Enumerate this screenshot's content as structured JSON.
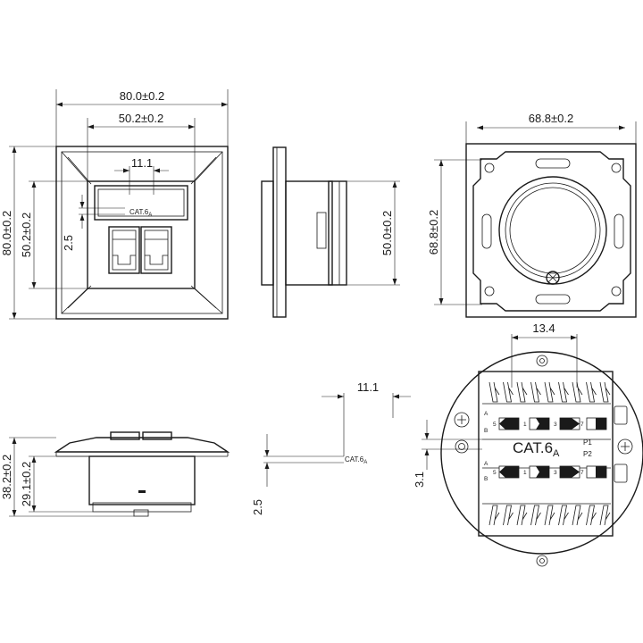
{
  "front_view": {
    "dim_outer_width": "80.0±0.2",
    "dim_inner_width": "50.2±0.2",
    "dim_module": "11.1",
    "dim_outer_height": "80.0±0.2",
    "dim_inner_height": "50.2±0.2",
    "dim_small": "2.5",
    "label_cat": "CAT.6",
    "label_cat_sub": "A"
  },
  "side_view": {
    "dim_height": "50.0±0.2"
  },
  "back_view": {
    "dim_width": "68.8±0.2",
    "dim_height": "68.8±0.2"
  },
  "bottom_view": {
    "dim_total_depth": "38.2±0.2",
    "dim_body_depth": "29.1±0.2"
  },
  "label_detail": {
    "dim_width": "11.1",
    "dim_height": "2.5",
    "label_cat": "CAT.6",
    "label_cat_sub": "A"
  },
  "terminal_view": {
    "dim_width": "13.4",
    "dim_height": "3.1",
    "label_cat": "CAT.6",
    "label_cat_sub": "A",
    "port_1": "P1",
    "port_2": "P2",
    "row_a": "A",
    "row_b": "B",
    "pair_numbers": [
      "5",
      "1",
      "3",
      "7"
    ]
  }
}
